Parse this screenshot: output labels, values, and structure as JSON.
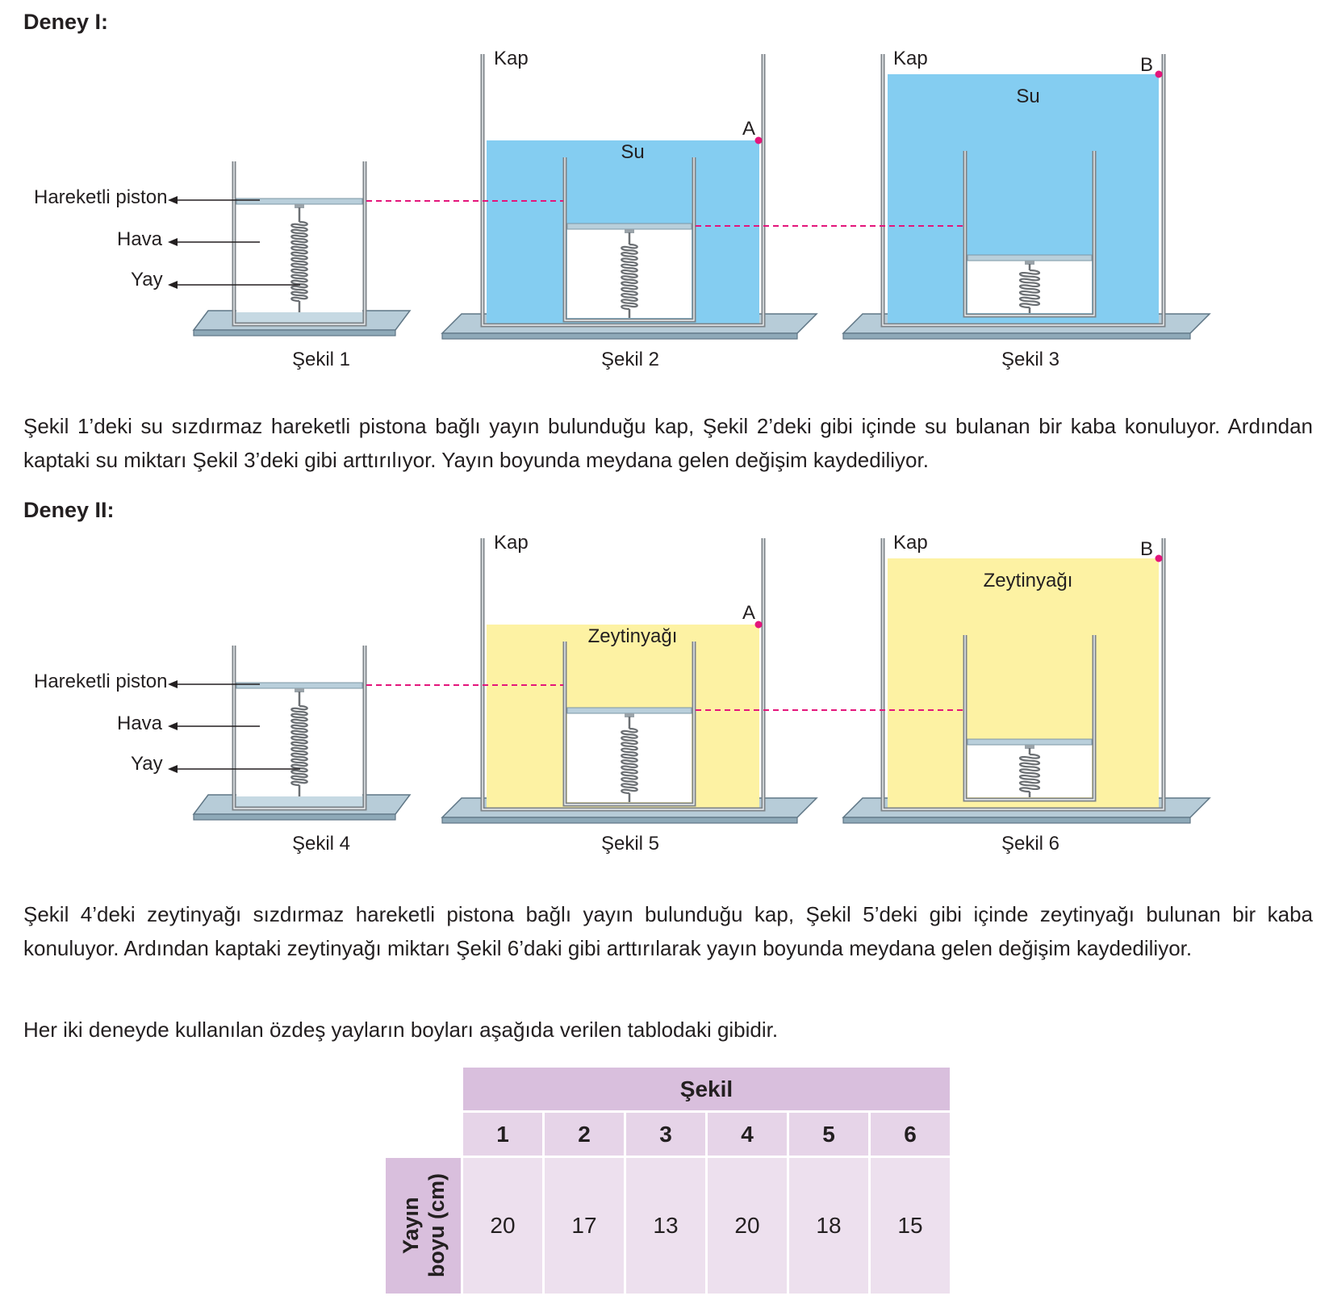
{
  "experiment1": {
    "title": "Deney I:",
    "fig1": {
      "caption": "Şekil 1",
      "label_piston": "Hareketli piston",
      "label_air": "Hava",
      "label_spring": "Yay"
    },
    "fig2": {
      "caption": "Şekil 2",
      "label_container": "Kap",
      "label_liquid": "Su",
      "label_point": "A"
    },
    "fig3": {
      "caption": "Şekil 3",
      "label_container": "Kap",
      "label_liquid": "Su",
      "label_point": "B"
    },
    "liquid_color": "#84cdf1",
    "description": "Şekil 1’deki su sızdırmaz hareketli pistona bağlı yayın bulunduğu kap, Şekil 2’deki gibi içinde su bulanan bir kaba konuluyor. Ardından kaptaki su miktarı Şekil 3’deki gibi arttırılıyor. Yayın boyunda meydana gelen değişim kaydediliyor."
  },
  "experiment2": {
    "title": "Deney II:",
    "fig4": {
      "caption": "Şekil 4",
      "label_piston": "Hareketli piston",
      "label_air": "Hava",
      "label_spring": "Yay"
    },
    "fig5": {
      "caption": "Şekil 5",
      "label_container": "Kap",
      "label_liquid": "Zeytinyağı",
      "label_point": "A"
    },
    "fig6": {
      "caption": "Şekil 6",
      "label_container": "Kap",
      "label_liquid": "Zeytinyağı",
      "label_point": "B"
    },
    "liquid_color": "#fdf2a3",
    "description": "Şekil 4’deki zeytinyağı sızdırmaz hareketli pistona bağlı yayın bulunduğu kap, Şekil 5’deki gibi içinde zeytinyağı bulunan bir kaba konuluyor. Ardından kaptaki zeytinyağı miktarı Şekil 6’daki gibi arttırılarak yayın boyunda meydana gelen değişim kaydediliyor."
  },
  "table_intro": "Her iki deneyde kullanılan özdeş yayların boyları aşağıda verilen tablodaki gibidir.",
  "table": {
    "header": "Şekil",
    "row_label": [
      "Yayın",
      "boyu (cm)"
    ],
    "columns": [
      "1",
      "2",
      "3",
      "4",
      "5",
      "6"
    ],
    "values": [
      "20",
      "17",
      "13",
      "20",
      "18",
      "15"
    ]
  },
  "colors": {
    "accent_dashed": "#e4157b",
    "table_header": "#d9bfdd",
    "table_cell": "#ede0ee"
  }
}
